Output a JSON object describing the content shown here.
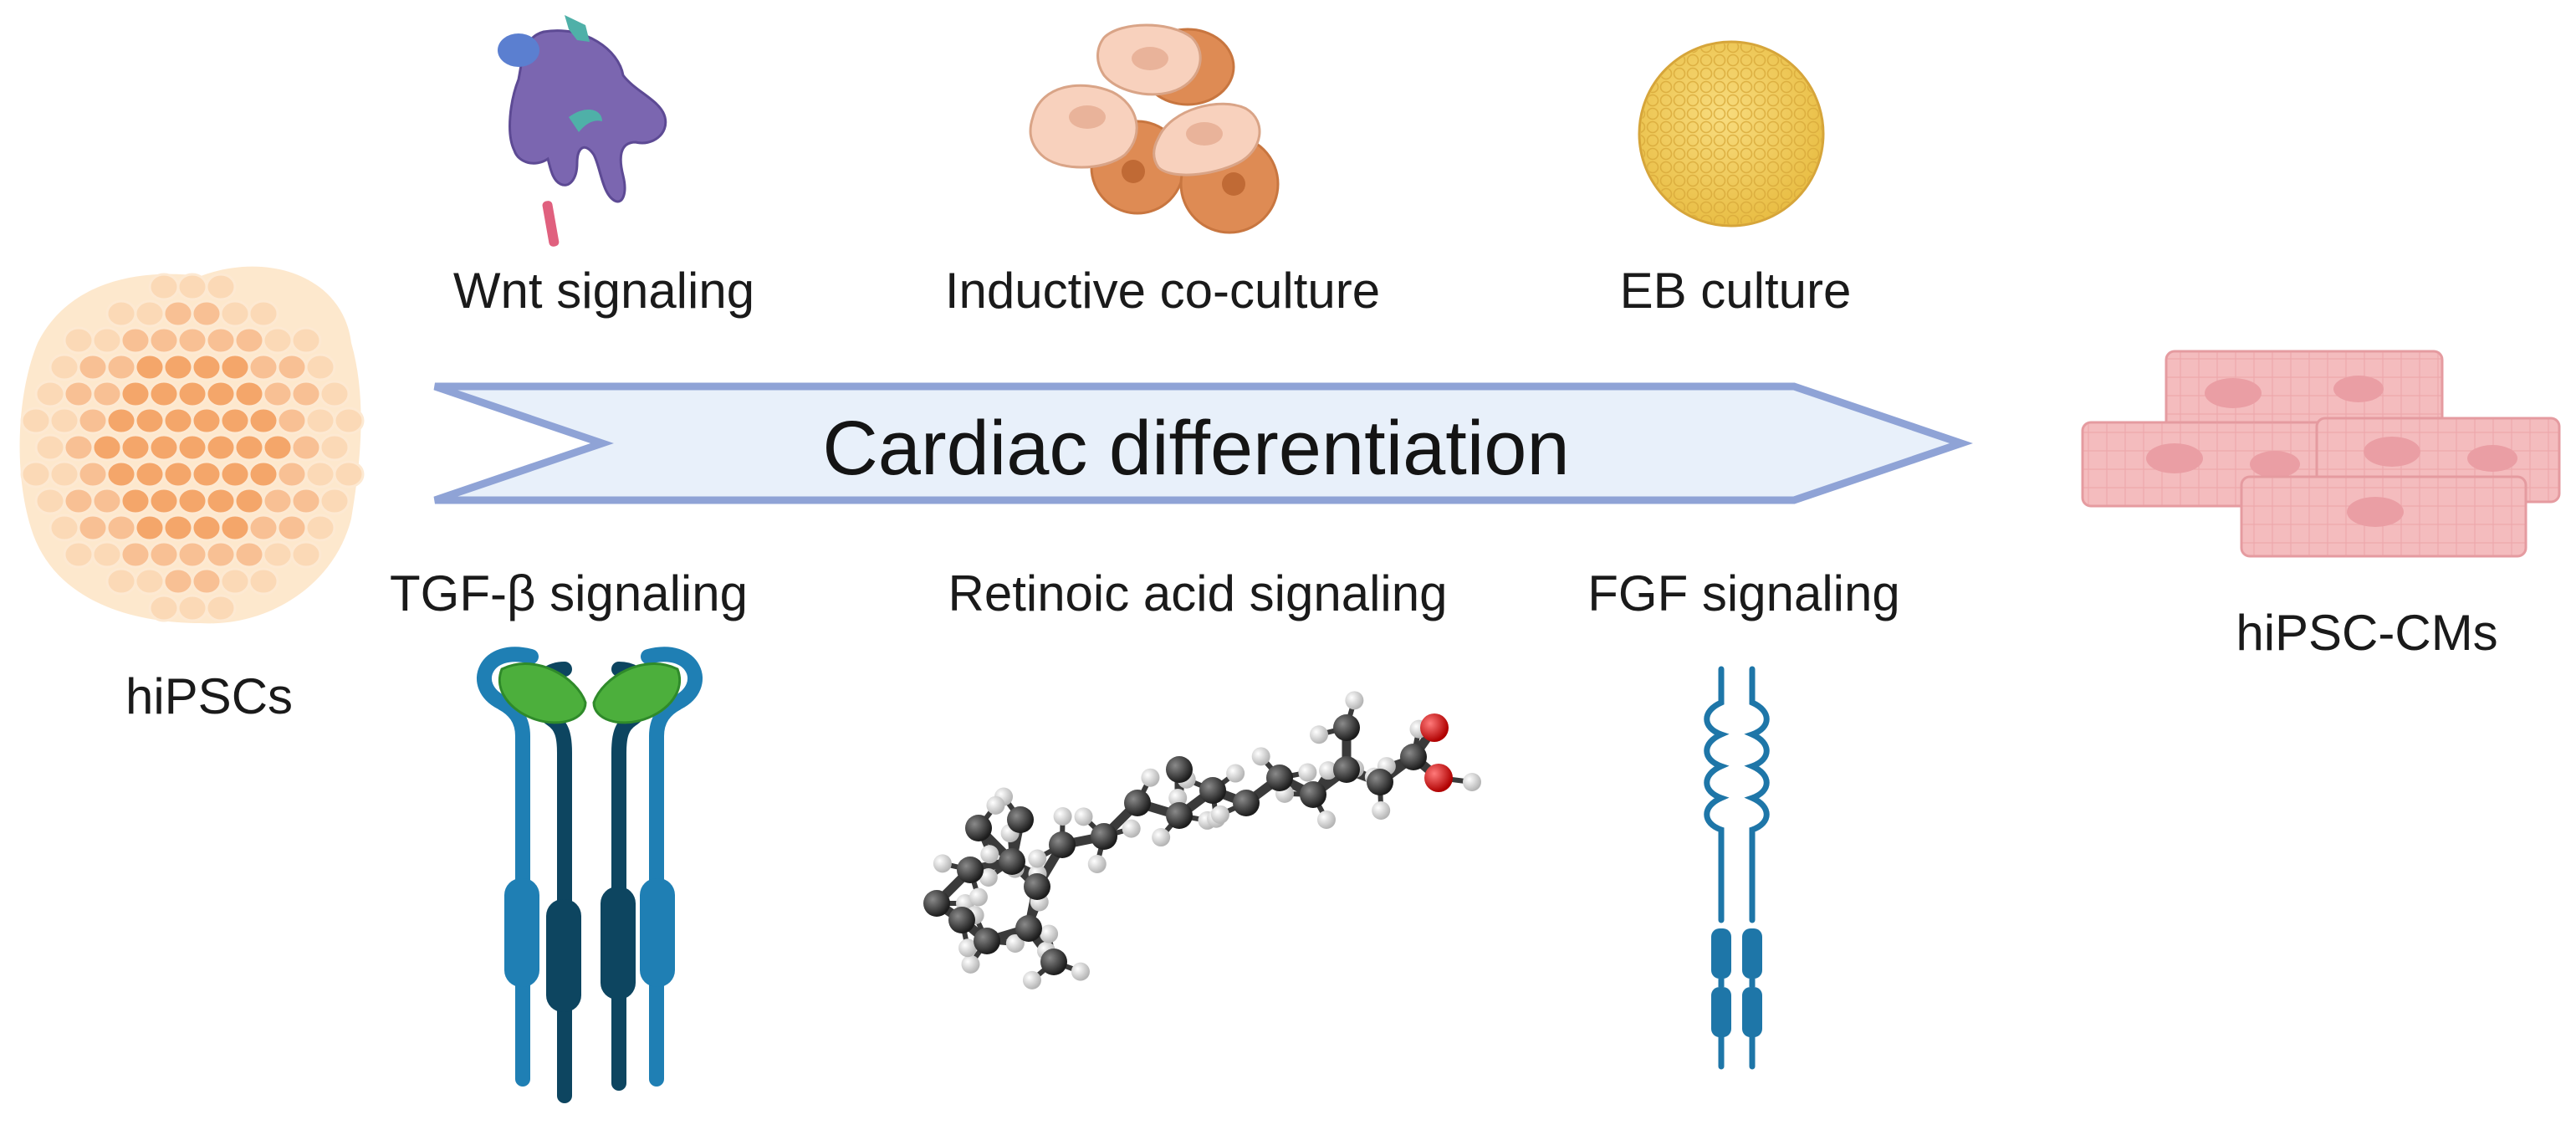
{
  "diagram": {
    "title": "Cardiac differentiation",
    "start": {
      "label": "hiPSCs"
    },
    "end": {
      "label": "hiPSC-CMs"
    },
    "methods_top": [
      {
        "label": "Wnt signaling",
        "icon": "wnt-receptor-icon"
      },
      {
        "label": "Inductive co-culture",
        "icon": "co-culture-cells-icon"
      },
      {
        "label": "EB culture",
        "icon": "embryoid-body-icon"
      }
    ],
    "methods_bottom": [
      {
        "label": "TGF-β signaling",
        "icon": "tgf-beta-receptor-icon"
      },
      {
        "label": "Retinoic acid signaling",
        "icon": "retinoic-acid-molecule-icon"
      },
      {
        "label": "FGF signaling",
        "icon": "fgf-receptor-icon"
      }
    ],
    "colors": {
      "arrow_fill": "#e8f0fa",
      "arrow_stroke": "#8fa3d6",
      "hipsc_cells": "#f7c49a",
      "cardiomyocytes": "#f2b4b8",
      "wnt": "#7b66b0",
      "co_culture": "#e08a52",
      "eb": "#f3cf66",
      "tgf_light": "#1f7fb4",
      "tgf_dark": "#0d4560",
      "tgf_ligand": "#4caf3c",
      "fgf": "#1e76a8",
      "carbon": "#333333",
      "oxygen": "#e01515",
      "hydrogen": "#e6e6e6"
    }
  }
}
